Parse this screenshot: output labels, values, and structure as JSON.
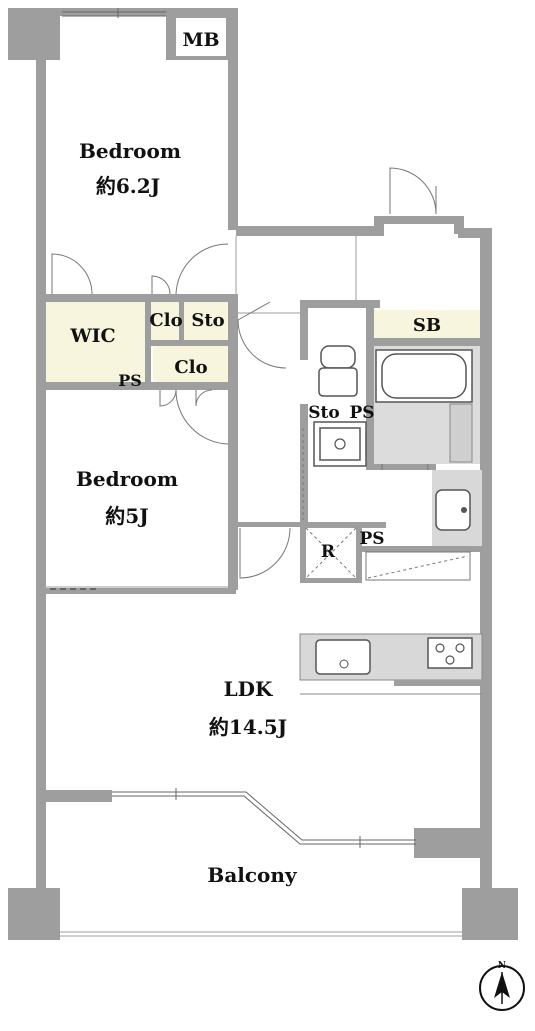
{
  "rooms": {
    "bedroom_top": {
      "name": "Bedroom",
      "size": "約6.2J"
    },
    "bedroom_mid": {
      "name": "Bedroom",
      "size": "約5J"
    },
    "ldk": {
      "name": "LDK",
      "size": "約14.5J"
    },
    "balcony": {
      "name": "Balcony"
    }
  },
  "labels": {
    "mb": "MB",
    "wic": "WIC",
    "clo_top": "Clo",
    "sto_top": "Sto",
    "clo_mid": "Clo",
    "ps_left": "PS",
    "sto_mid": "Sto",
    "ps_mid": "PS",
    "sb": "SB",
    "r": "R",
    "ps_right": "PS",
    "north": "N"
  },
  "colors": {
    "wall": "#9e9e9e",
    "storage_fill": "#f7f5dd",
    "background": "#ffffff"
  },
  "icons": [
    "north-arrow-icon",
    "toilet-icon",
    "bathtub-icon",
    "washbasin-icon",
    "kitchen-sink-icon",
    "stove-icon",
    "washer-pan-icon"
  ]
}
